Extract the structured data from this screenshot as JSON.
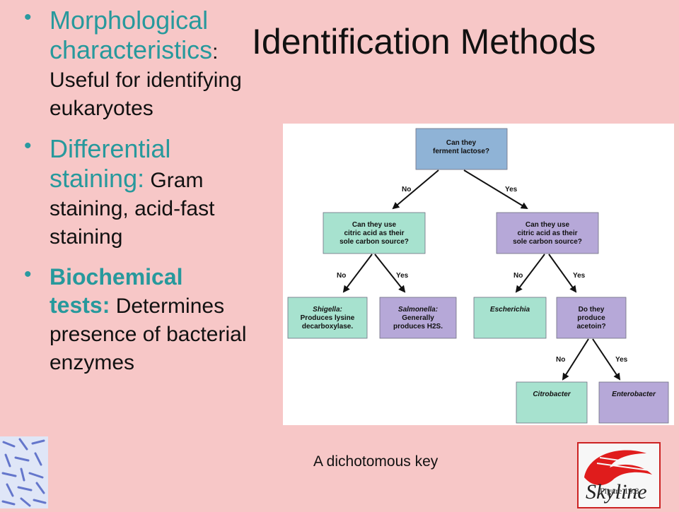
{
  "slide": {
    "title": "Identification Methods",
    "bullets": [
      {
        "term": "Morphological characteristics",
        "desc": ": Useful for identifying eukaryotes"
      },
      {
        "term": "Differential staining:",
        "desc": " Gram staining, acid-fast staining"
      },
      {
        "term": "Biochemical tests:",
        "desc": " Determines presence of bacterial enzymes"
      }
    ],
    "caption": "A dichotomous key",
    "figure_number": "Figure 10.8",
    "logo_text": "Skyline"
  },
  "colors": {
    "background": "#f7c7c7",
    "accent_teal": "#27999c",
    "node_blue": "#8fb3d6",
    "node_green": "#a7e2cf",
    "node_purple": "#b6a8d8"
  },
  "diagram": {
    "nodes": {
      "root": [
        "Can they",
        "ferment lactose?"
      ],
      "left_q": [
        "Can they use",
        "citric acid as their",
        "sole carbon source?"
      ],
      "right_q": [
        "Can they use",
        "citric acid as their",
        "sole carbon source?"
      ],
      "shigella": [
        "Shigella: ",
        "Produces lysine",
        "decarboxylase."
      ],
      "salmonella": [
        "Salmonella:",
        "Generally",
        "produces H2S."
      ],
      "escherichia": [
        "Escherichia"
      ],
      "acetoin_q": [
        "Do they",
        "produce",
        "acetoin?"
      ],
      "citrobacter": [
        "Citrobacter"
      ],
      "enterobacter": [
        "Enterobacter"
      ]
    },
    "edge_labels": {
      "root_no": "No",
      "root_yes": "Yes",
      "left_no": "No",
      "left_yes": "Yes",
      "right_no": "No",
      "right_yes": "Yes",
      "acetoin_no": "No",
      "acetoin_yes": "Yes"
    }
  }
}
